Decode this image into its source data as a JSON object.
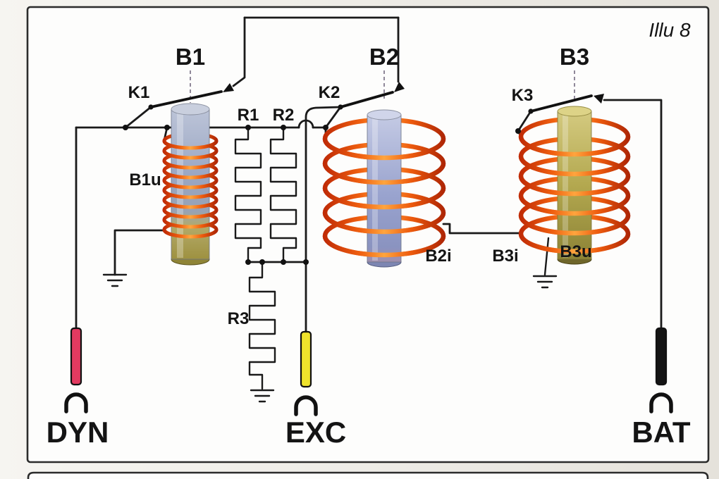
{
  "figure": {
    "caption": "Illu 8",
    "coils": {
      "b1": {
        "label": "B1",
        "winding": "B1u"
      },
      "b2": {
        "label": "B2",
        "winding_i": "B2i"
      },
      "b3": {
        "label": "B3",
        "winding_i": "B3i",
        "winding_u": "B3u"
      }
    },
    "switches": {
      "k1": "K1",
      "k2": "K2",
      "k3": "K3"
    },
    "resistors": {
      "r1": "R1",
      "r2": "R2",
      "r3": "R3"
    },
    "terminals": {
      "dyn": "DYN",
      "exc": "EXC",
      "bat": "BAT"
    },
    "colors": {
      "wire": "#1a1a1a",
      "coil_copper": "#f06010",
      "dyn_terminal": "#e23a60",
      "exc_terminal": "#efe32c",
      "bat_terminal": "#141414",
      "core_b1": "#9aa6c2",
      "core_b2": "#99a3ce",
      "core_b3": "#b3a84f"
    }
  }
}
